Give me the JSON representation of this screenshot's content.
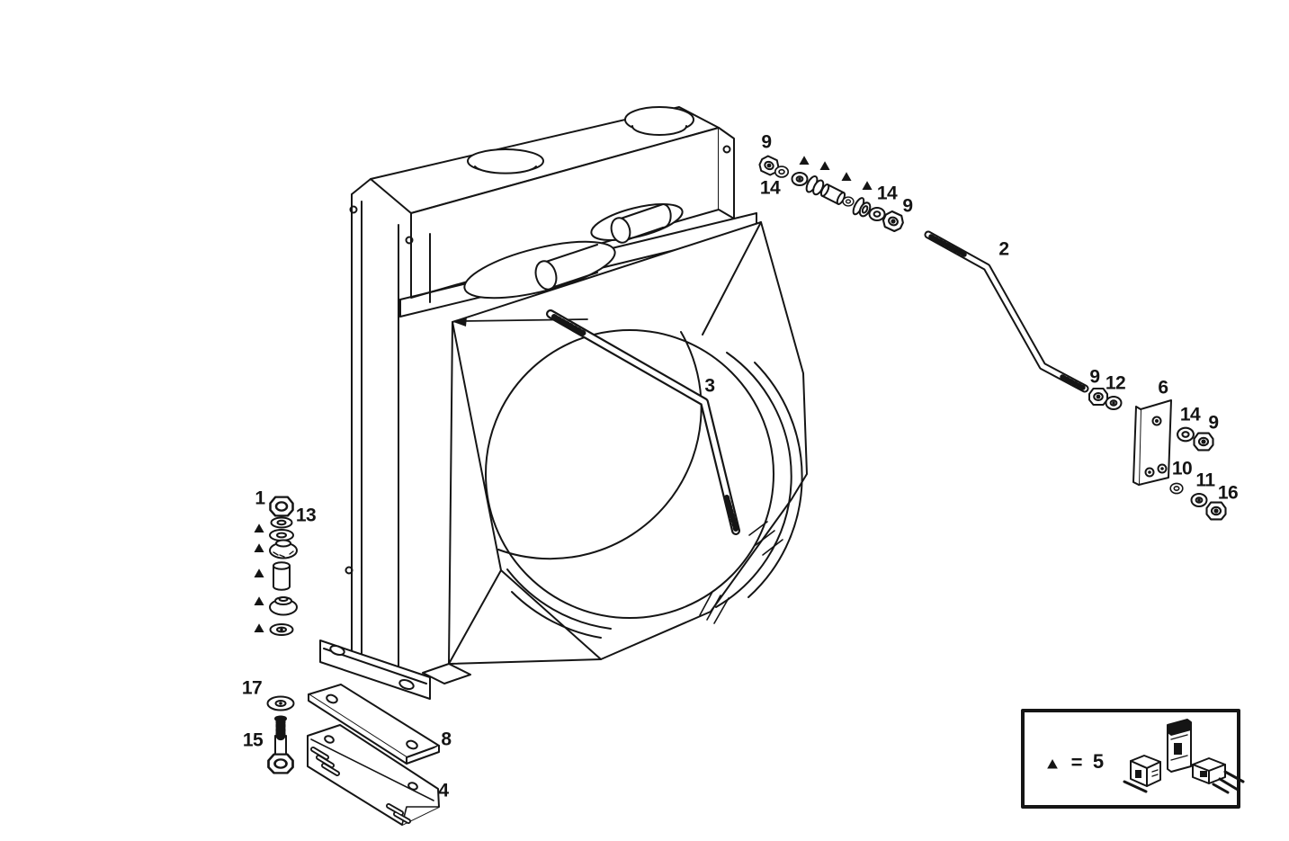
{
  "diagram": {
    "kind": "exploded-parts-diagram",
    "subject": "radiator tank assembly with mounting hardware",
    "background_color": "#ffffff",
    "line_color": "#151515"
  },
  "marker": {
    "glyph": "▲"
  },
  "legend": {
    "marker_glyph": "▲",
    "equals_sign": "=",
    "quantity": "5"
  },
  "part_labels": [
    {
      "text": "9"
    },
    {
      "text": "14"
    },
    {
      "text": "14"
    },
    {
      "text": "9"
    },
    {
      "text": "2"
    },
    {
      "text": "3"
    },
    {
      "text": "9"
    },
    {
      "text": "12"
    },
    {
      "text": "6"
    },
    {
      "text": "14"
    },
    {
      "text": "9"
    },
    {
      "text": "10"
    },
    {
      "text": "11"
    },
    {
      "text": "16"
    },
    {
      "text": "1"
    },
    {
      "text": "13"
    },
    {
      "text": "17"
    },
    {
      "text": "15"
    },
    {
      "text": "8"
    },
    {
      "text": "4"
    }
  ]
}
